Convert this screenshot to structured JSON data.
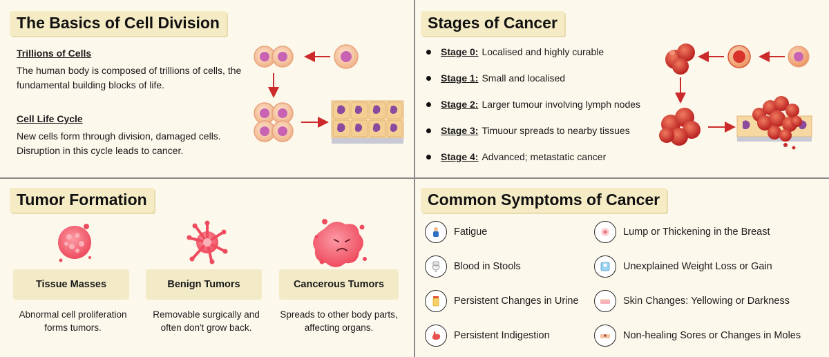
{
  "cell_division": {
    "title": "The Basics of Cell Division",
    "trillions_heading": "Trillions of Cells",
    "trillions_text": "The human body is composed of trillions of cells, the fundamental building blocks of life.",
    "lifecycle_heading": "Cell Life Cycle",
    "lifecycle_text": "New cells form through division, damaged cells. Disruption in this cycle leads to cancer."
  },
  "stages": {
    "title": "Stages of Cancer",
    "items": [
      {
        "label": "Stage 0:",
        "text": "Localised and highly curable"
      },
      {
        "label": "Stage 1:",
        "text": "Small and localised"
      },
      {
        "label": "Stage 2:",
        "text": "Larger tumour involving lymph nodes"
      },
      {
        "label": "Stage 3:",
        "text": "Timuour spreads to nearby tissues"
      },
      {
        "label": "Stage 4:",
        "text": "Advanced; metastatic cancer"
      }
    ]
  },
  "tumor": {
    "title": "Tumor Formation",
    "cards": [
      {
        "label": "Tissue Masses",
        "desc": "Abnormal cell proliferation forms tumors."
      },
      {
        "label": "Benign Tumors",
        "desc": "Removable surgically and often don't grow back."
      },
      {
        "label": "Cancerous Tumors",
        "desc": "Spreads to other body parts, affecting organs."
      }
    ]
  },
  "symptoms": {
    "title": "Common Symptoms of Cancer",
    "left": [
      {
        "label": "Fatigue",
        "icon": "fatigue-icon"
      },
      {
        "label": "Blood in Stools",
        "icon": "toilet-icon"
      },
      {
        "label": "Persistent Changes in Urine",
        "icon": "urine-cup-icon"
      },
      {
        "label": "Persistent Indigestion",
        "icon": "stomach-icon"
      }
    ],
    "right": [
      {
        "label": "Lump or Thickening in the Breast",
        "icon": "lump-icon"
      },
      {
        "label": "Unexplained Weight Loss or Gain",
        "icon": "scale-icon"
      },
      {
        "label": "Skin Changes: Yellowing or Darkness",
        "icon": "skin-icon"
      },
      {
        "label": "Non-healing Sores or Changes in Moles",
        "icon": "mole-icon"
      }
    ]
  },
  "colors": {
    "background": "#fdf8ec",
    "title_bg": "#f5ecc6",
    "cell": "#f7c9a8",
    "nucleus": "#c763b2",
    "arrow": "#cc2a2a",
    "cancer_cell": "#d8342c",
    "tumor_pink": "#f06a7a"
  }
}
